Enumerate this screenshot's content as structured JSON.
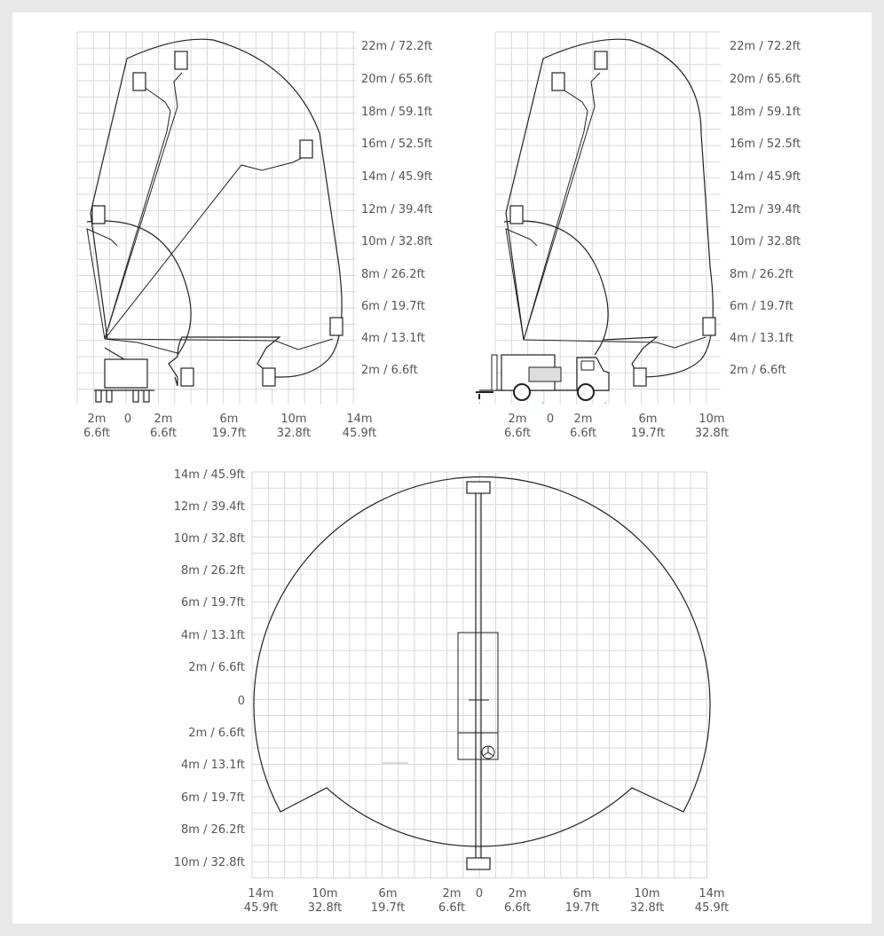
{
  "colors": {
    "background": "#e9e9e9",
    "panel": "#ffffff",
    "grid": "#d9d9d9",
    "line": "#222222",
    "label": "#555555",
    "accent_red": "#cc2222"
  },
  "side_view_left": {
    "height_labels": [
      "22m / 72.2ft",
      "20m / 65.6ft",
      "18m / 59.1ft",
      "16m / 52.5ft",
      "14m / 45.9ft",
      "12m / 39.4ft",
      "10m / 32.8ft",
      "8m / 26.2ft",
      "6m / 19.7ft",
      "4m / 13.1ft",
      "2m / 6.6ft"
    ],
    "x_labels": [
      {
        "m": "2m",
        "ft": "6.6ft"
      },
      {
        "m": "0",
        "ft": ""
      },
      {
        "m": "2m",
        "ft": "6.6ft"
      },
      {
        "m": "6m",
        "ft": "19.7ft"
      },
      {
        "m": "10m",
        "ft": "32.8ft"
      },
      {
        "m": "14m",
        "ft": "45.9ft"
      }
    ]
  },
  "side_view_right": {
    "height_labels": [
      "22m / 72.2ft",
      "20m / 65.6ft",
      "18m / 59.1ft",
      "16m / 52.5ft",
      "14m / 45.9ft",
      "12m / 39.4ft",
      "10m / 32.8ft",
      "8m / 26.2ft",
      "6m / 19.7ft",
      "4m / 13.1ft",
      "2m / 6.6ft"
    ],
    "x_labels": [
      {
        "m": "2m",
        "ft": "6.6ft"
      },
      {
        "m": "0",
        "ft": ""
      },
      {
        "m": "2m",
        "ft": "6.6ft"
      },
      {
        "m": "6m",
        "ft": "19.7ft"
      },
      {
        "m": "10m",
        "ft": "32.8ft"
      }
    ]
  },
  "top_view": {
    "y_labels": [
      "14m / 45.9ft",
      "12m / 39.4ft",
      "10m / 32.8ft",
      "8m / 26.2ft",
      "6m / 19.7ft",
      "4m / 13.1ft",
      "2m / 6.6ft",
      "0",
      "2m / 6.6ft",
      "4m / 13.1ft",
      "6m / 19.7ft",
      "8m / 26.2ft",
      "10m / 32.8ft"
    ],
    "x_labels": [
      {
        "m": "14m",
        "ft": "45.9ft"
      },
      {
        "m": "10m",
        "ft": "32.8ft"
      },
      {
        "m": "6m",
        "ft": "19.7ft"
      },
      {
        "m": "2m",
        "ft": "6.6ft"
      },
      {
        "m": "0",
        "ft": ""
      },
      {
        "m": "2m",
        "ft": "6.6ft"
      },
      {
        "m": "6m",
        "ft": "19.7ft"
      },
      {
        "m": "10m",
        "ft": "32.8ft"
      },
      {
        "m": "14m",
        "ft": "45.9ft"
      }
    ]
  }
}
